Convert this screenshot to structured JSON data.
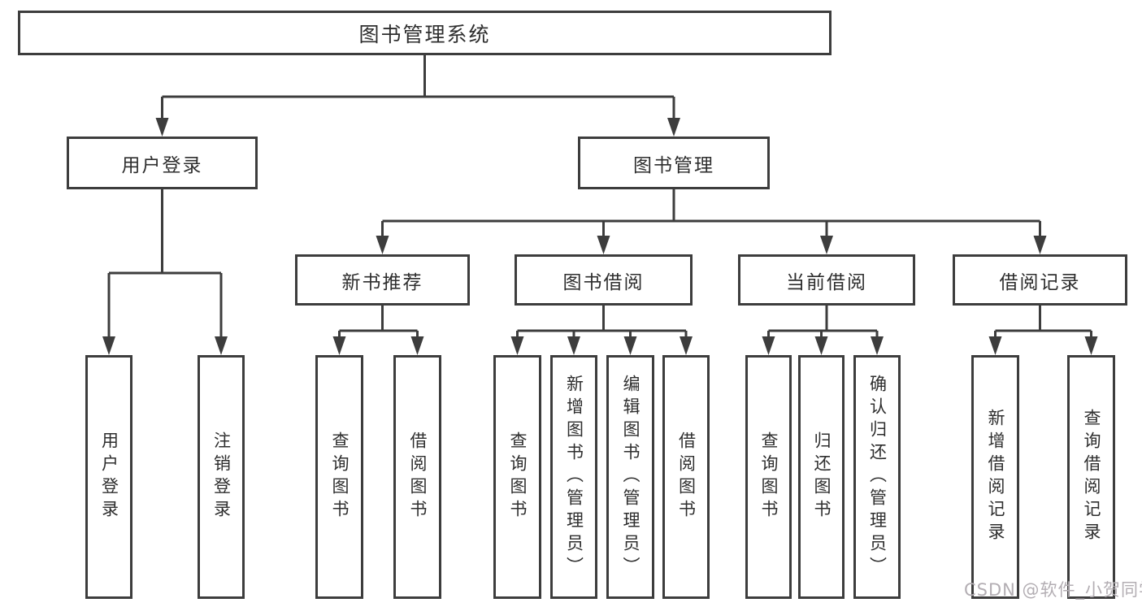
{
  "root": {
    "label": "图书管理系统"
  },
  "user_branch": {
    "label": "用户登录",
    "children": [
      {
        "label": "用户登录"
      },
      {
        "label": "注销登录"
      }
    ]
  },
  "mgmt_branch": {
    "label": "图书管理",
    "sections": [
      {
        "label": "新书推荐",
        "children": [
          {
            "label": "查询图书"
          },
          {
            "label": "借阅图书"
          }
        ]
      },
      {
        "label": "图书借阅",
        "children": [
          {
            "label": "查询图书"
          },
          {
            "label": "新增图书（管理员）"
          },
          {
            "label": "编辑图书（管理员）"
          },
          {
            "label": "借阅图书"
          }
        ]
      },
      {
        "label": "当前借阅",
        "children": [
          {
            "label": "查询图书"
          },
          {
            "label": "归还图书"
          },
          {
            "label": "确认归还（管理员）"
          }
        ]
      },
      {
        "label": "借阅记录",
        "children": [
          {
            "label": "新增借阅记录"
          },
          {
            "label": "查询借阅记录"
          }
        ]
      }
    ]
  },
  "watermark": "CSDN @软件_小贺同学",
  "colors": {
    "line": "#3d3d3d",
    "box_border": "#3d3d3d",
    "box_fill": "#ffffff",
    "text": "#2e2e2e",
    "watermark": "#b3aeb3"
  }
}
